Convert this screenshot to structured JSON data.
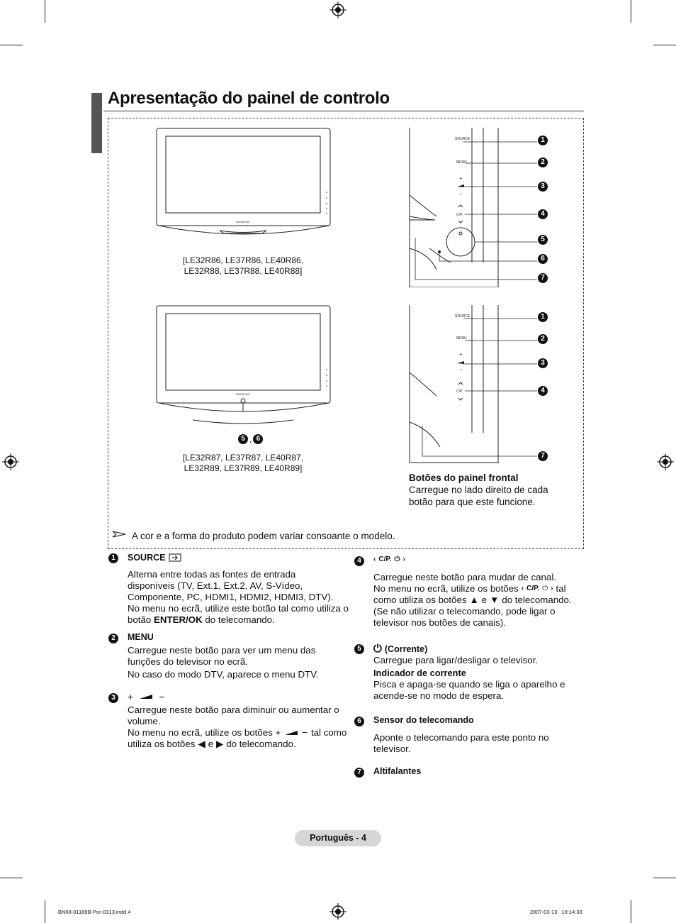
{
  "title": "Apresentação do painel de controlo",
  "models_top": [
    "[LE32R86, LE37R86, LE40R86,",
    "LE32R88, LE37R88, LE40R88]"
  ],
  "models_bottom": [
    "[LE32R87, LE37R87, LE40R87,",
    "LE32R89, LE37R89, LE40R89]"
  ],
  "numbers": [
    "1",
    "2",
    "3",
    "4",
    "5",
    "6",
    "7"
  ],
  "callout_56": "5 , 6",
  "panel_labels": {
    "source": "SOURCE",
    "menu": "MENU",
    "plus": "+",
    "minus": "−",
    "cp": "C/P.",
    "up": "^",
    "down": "v",
    "brand": "SAMSUNG"
  },
  "front_buttons": {
    "heading": "Botões do painel frontal",
    "text_1": "Carregue no lado direito de cada",
    "text_2": "botão para que este funcione."
  },
  "note": "A cor e a forma do produto podem variar consoante o modelo.",
  "items": {
    "source": {
      "number": "1",
      "title": "SOURCE",
      "lines": [
        "Alterna entre todas as fontes de entrada",
        "disponíveis (TV, Ext.1, Ext.2, AV, S-Vídeo,",
        "Componente, PC, HDMI1, HDMI2, HDMI3, DTV).",
        "No menu no ecrã, utilize este botão tal como utiliza o"
      ],
      "last_pre": "botão ",
      "last_bold": "ENTER/OK",
      "last_post": " do telecomando."
    },
    "menu": {
      "number": "2",
      "title": "MENU",
      "lines": [
        "Carregue neste botão para ver um menu das",
        "funções do televisor no ecrã."
      ],
      "extra": "No caso do modo DTV, aparece o menu DTV."
    },
    "volume": {
      "number": "3",
      "plus": "+",
      "minus": "−",
      "lines": [
        "Carregue neste botão para diminuir ou aumentar o",
        "volume."
      ],
      "line3_pre": "No menu no ecrã, utilize os botões +",
      "line3_post": "tal como",
      "line4_pre": "utiliza os botões",
      "line4_mid": "e",
      "line4_post": "do telecomando."
    },
    "channel": {
      "number": "4",
      "label": "C/P.",
      "line1": "Carregue neste botão para mudar de canal.",
      "line2_pre": "No menu no ecrã, utilize os botões",
      "line2_post": "tal",
      "line3_pre": "como utiliza os botões",
      "line3_mid": "e",
      "line3_post": "do telecomando.",
      "line4": "(Se não utilizar o telecomando, pode ligar o",
      "line5": "televisor nos botões de canais)."
    },
    "power": {
      "number": "5",
      "title": "(Corrente)",
      "line1": "Carregue para ligar/desligar o televisor.",
      "indicator_title": "Indicador de corrente",
      "line2": "Pisca e apaga-se quando se liga o aparelho e",
      "line3": "acende-se no modo de espera."
    },
    "sensor": {
      "number": "6",
      "title": "Sensor do telecomando",
      "line1": "Aponte o telecomando para este ponto no",
      "line2": "televisor."
    },
    "speakers": {
      "number": "7",
      "title": "Altifalantes"
    }
  },
  "footer": {
    "page_label": "Português - 4",
    "file": "BN68-01169B-Por-0313.indd   4",
    "date": "2007-03-13",
    "time": "10:14:33"
  }
}
